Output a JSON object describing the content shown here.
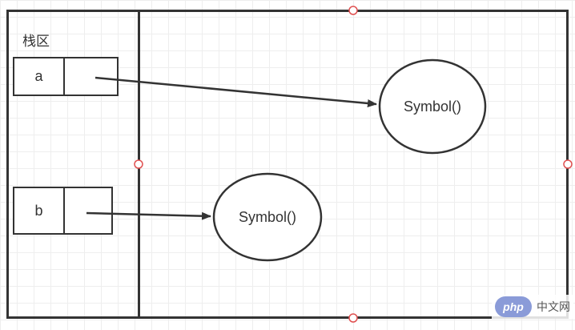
{
  "stack_region": {
    "label": "栈区"
  },
  "variables": [
    {
      "name": "a",
      "points_to": "Symbol()"
    },
    {
      "name": "b",
      "points_to": "Symbol()"
    }
  ],
  "heap_objects": [
    {
      "label": "Symbol()"
    },
    {
      "label": "Symbol()"
    }
  ],
  "watermark": {
    "logo": "php",
    "text": "中文网"
  },
  "colors": {
    "stroke": "#333333",
    "handle": "#e05050",
    "grid": "#eeeeee"
  }
}
